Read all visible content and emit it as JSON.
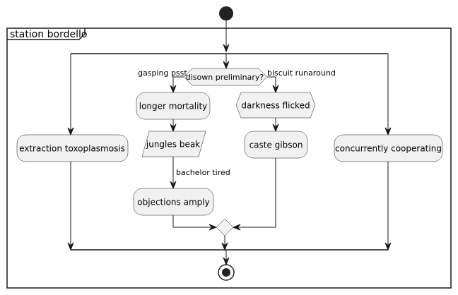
{
  "frame": {
    "title": "station bordello"
  },
  "decision": {
    "question": "disown preliminary?",
    "yes_label": "gasping psst",
    "no_label": "biscuit runaround"
  },
  "activities": {
    "extraction": "extraction toxoplasmosis",
    "longer": "longer mortality",
    "jungles": "jungles beak",
    "objections": "objections amply",
    "darkness": "darkness flicked",
    "caste": "caste gibson",
    "concurrently": "concurrently cooperating"
  },
  "edge_labels": {
    "bachelor": "bachelor tired"
  },
  "colors": {
    "node_fill": "#F1F1F1",
    "line": "#181818",
    "text": "#000000"
  }
}
